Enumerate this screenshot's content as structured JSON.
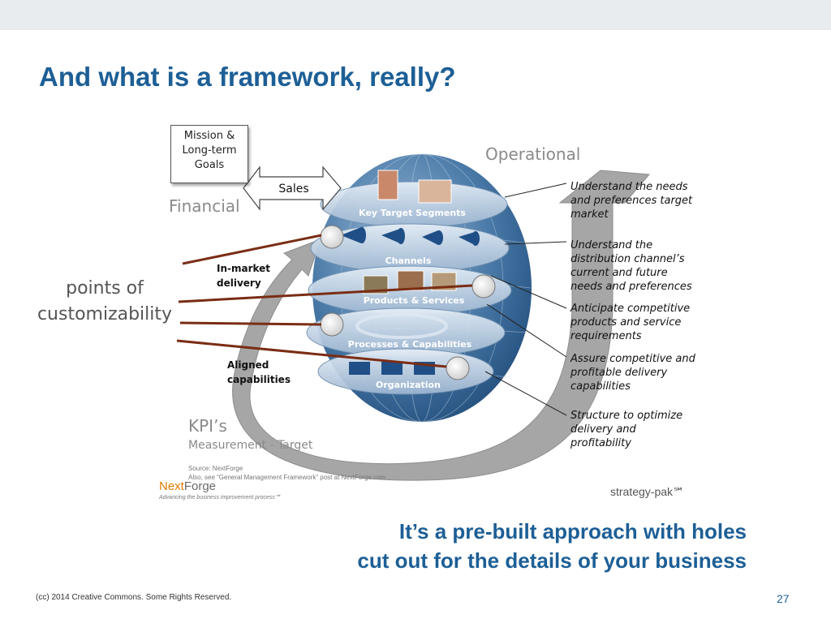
{
  "slide": {
    "title": "And what is a framework, really?",
    "callout": [
      "It’s a pre-built approach with holes",
      "cut out for the details of your business"
    ],
    "footer": "(cc) 2014 Creative Commons. Some Rights Reserved.",
    "page_number": "27"
  },
  "diagram": {
    "mission_box": [
      "Mission &",
      "Long-term",
      "Goals"
    ],
    "sales_arrow": "Sales",
    "operational": "Operational",
    "financial": "Financial",
    "points_of_customizability": [
      "points of",
      "customizability"
    ],
    "in_market_delivery": [
      "In-market",
      "delivery"
    ],
    "aligned_capabilities": [
      "Aligned",
      "capabilities"
    ],
    "kpis": "KPI’s",
    "measurement": "Measurement - Target",
    "source": [
      "Source:   NextForge",
      "Also, see “General Management Framework” post at NextForge.com"
    ],
    "logo": {
      "next": "Next",
      "forge": "Forge",
      "tagline": "Advancing the business improvement process℠"
    },
    "strategy_pak": "strategy-pak℠",
    "layers": [
      "Key Target Segments",
      "Channels",
      "Products & Services",
      "Processes & Capabilities",
      "Organization"
    ],
    "notes": [
      [
        "Understand the needs",
        "and preferences target",
        "market"
      ],
      [
        "Understand the",
        "distribution channel’s",
        "current and future",
        "needs and preferences"
      ],
      [
        "Anticipate competitive",
        "products and service",
        "requirements"
      ],
      [
        "Assure competitive and",
        "profitable delivery",
        "capabilities"
      ],
      [
        "Structure to optimize",
        "delivery and",
        "profitability"
      ]
    ],
    "colors": {
      "title": "#1d5f96",
      "globe": "#3a6c9c",
      "pointer_lines": "#7a2d14",
      "arrow": "#a6a6a6"
    }
  }
}
